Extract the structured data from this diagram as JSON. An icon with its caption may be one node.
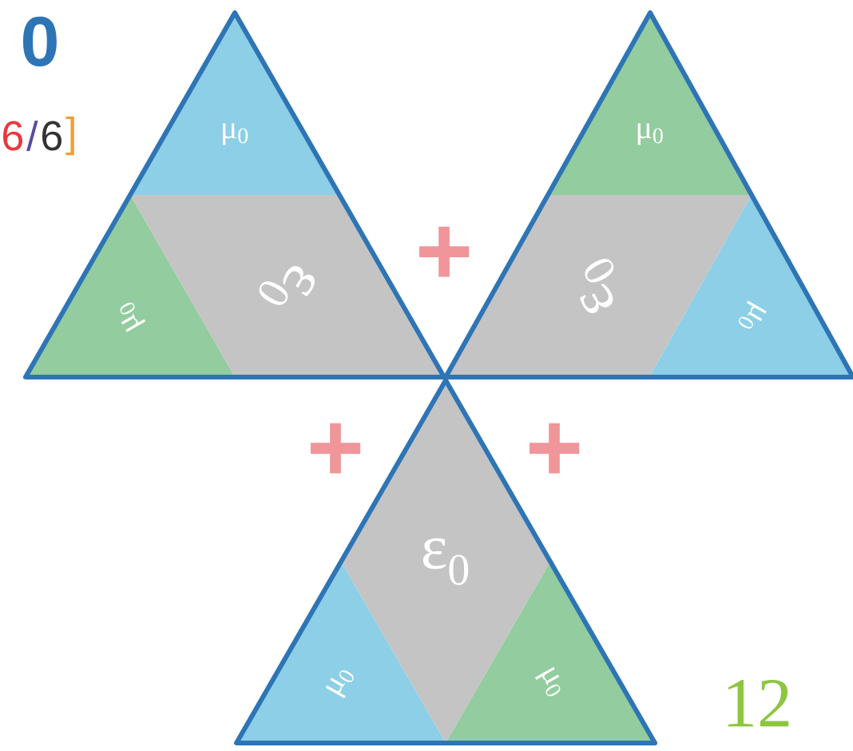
{
  "diagram": {
    "nodes": [
      {
        "text": [],
        "shape": "triangle"
      },
      {
        "text": [
          "μ$_{0}$"
        ],
        "in": 0
      },
      {
        "text": [
          "ε$_{0}$"
        ],
        "in": 0
      },
      {
        "text": [
          "μ$_{0}$"
        ],
        "in": 0
      },
      {
        "text": [],
        "shape": "triangle"
      },
      {
        "text": [
          "μ$_{0}$"
        ],
        "in": 4
      },
      {
        "text": [
          "ε$_{0}$"
        ],
        "in": 4
      },
      {
        "text": [
          "μ$_{0}$"
        ],
        "in": 4
      },
      {
        "text": [],
        "shape": "triangle"
      },
      {
        "text": [
          "ε$_{0}$"
        ],
        "in": 8
      },
      {
        "text": [
          "μ$_{0}$"
        ],
        "in": 8
      },
      {
        "text": [
          "μ$_{0}$"
        ],
        "in": 8
      }
    ],
    "labels": [
      "0",
      "6",
      "/",
      "6",
      "]",
      "+",
      "+",
      "+",
      "12"
    ]
  }
}
